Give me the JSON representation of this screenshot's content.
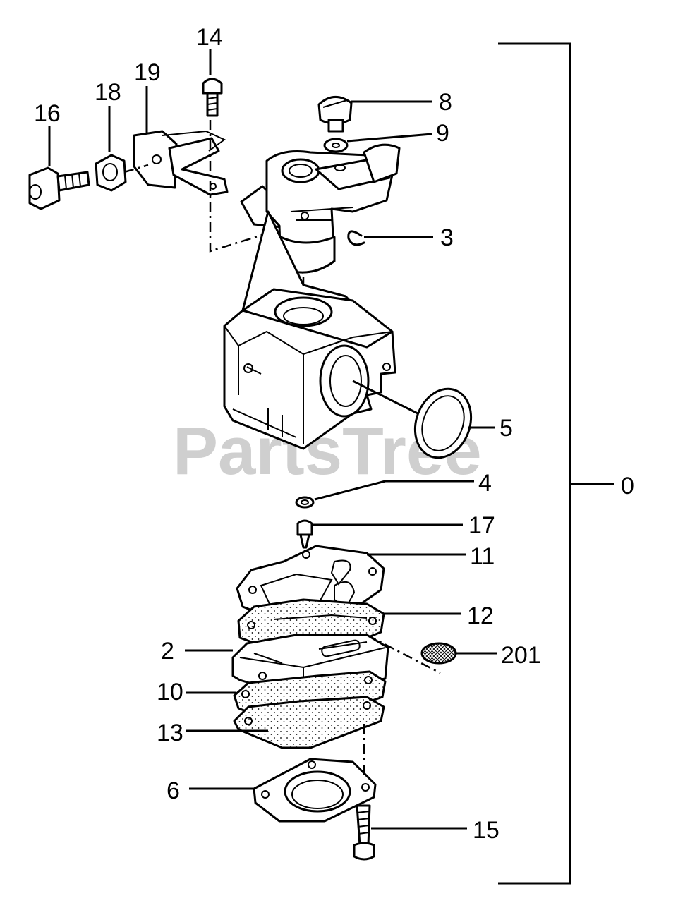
{
  "watermark": "PartsTree",
  "callouts": {
    "c0": "0",
    "c2": "2",
    "c3": "3",
    "c4": "4",
    "c5": "5",
    "c6": "6",
    "c8": "8",
    "c9": "9",
    "c10": "10",
    "c11": "11",
    "c12": "12",
    "c13": "13",
    "c14": "14",
    "c15": "15",
    "c16": "16",
    "c17": "17",
    "c18": "18",
    "c19": "19",
    "c201": "201"
  }
}
